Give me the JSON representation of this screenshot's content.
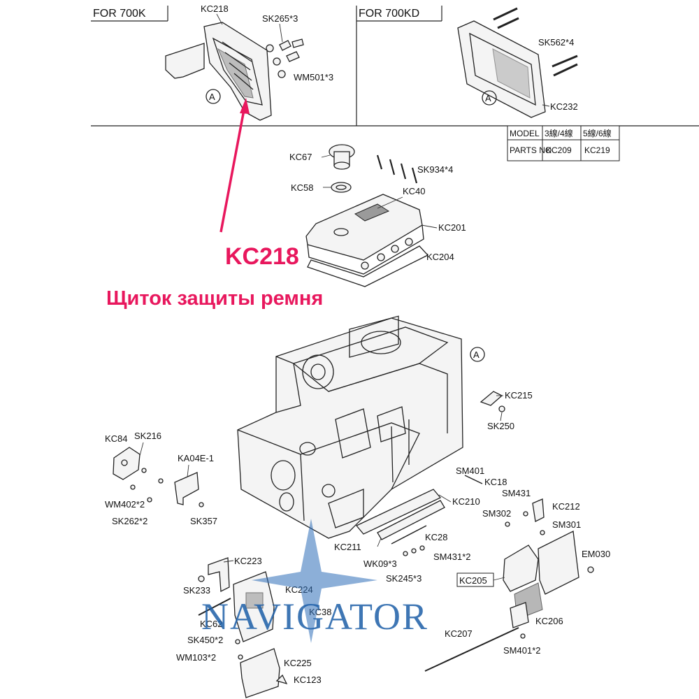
{
  "top_sections": {
    "left_title": "FOR 700K",
    "right_title": "FOR 700KD"
  },
  "table": {
    "row1": [
      "MODEL",
      "3線/4線",
      "5線/6線"
    ],
    "row2": [
      "PARTS NO",
      "KC209",
      "KC219"
    ]
  },
  "callout": {
    "code": "KC218",
    "description": "Щиток защиты ремня",
    "color": "#e8175d"
  },
  "watermark": {
    "text": "NAVIGATOR",
    "color": "#1d5fa8"
  },
  "markers": {
    "assembly": "A"
  },
  "part_labels": [
    "KC218",
    "SK265*3",
    "WM501*3",
    "SK562*4",
    "KC232",
    "KC67",
    "SK934*4",
    "KC58",
    "KC40",
    "KC201",
    "KC204",
    "KC215",
    "SK250",
    "KC84",
    "SK216",
    "KA04E-1",
    "WM402*2",
    "SK262*2",
    "SK357",
    "SM401",
    "KC18",
    "KC210",
    "SM431",
    "KC212",
    "SM302",
    "SM301",
    "KC211",
    "KC28",
    "WK09*3",
    "SM431*2",
    "EM030",
    "SK245*3",
    "KC223",
    "KC205",
    "SK233",
    "KC224",
    "KC206",
    "KC62",
    "KC38",
    "SK450*2",
    "KC207",
    "SM401*2",
    "WM103*2",
    "KC225",
    "KC123"
  ]
}
